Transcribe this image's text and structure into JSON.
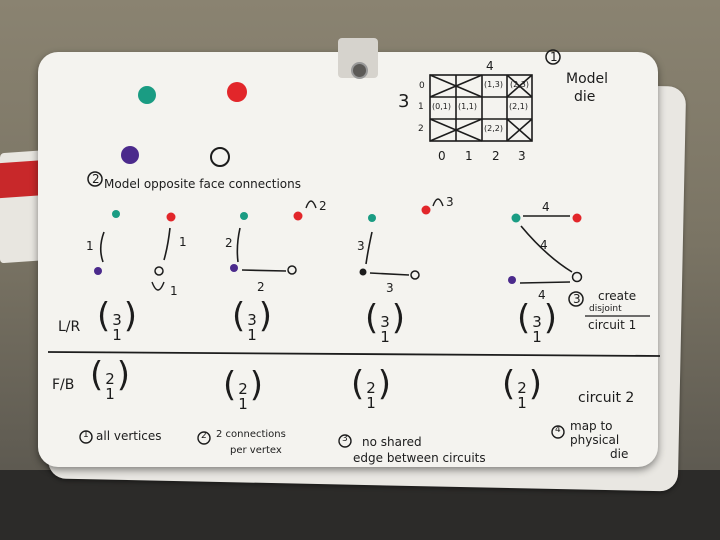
{
  "title": {
    "step1_num": "1",
    "step1_label_line1": "Model",
    "step1_label_line2": "die",
    "step2_num": "2",
    "step2_label": "Model opposite face connections",
    "step3_num": "3",
    "step3_label_line1": "create",
    "step3_label_line2": "disjoint",
    "step3_label_line3": "circuit 1"
  },
  "grid": {
    "top_label": "4",
    "left_label": "3",
    "row_labels": [
      "0",
      "1",
      "2"
    ],
    "col_labels": [
      "0",
      "1",
      "2",
      "3"
    ],
    "cells": [
      "(1,3)",
      "(2,3)",
      "(0,1)",
      "(1,1)",
      "(2,1)",
      "(2,2)"
    ]
  },
  "diagrams": {
    "d1": {
      "edge_a": "1",
      "edge_b": "1",
      "loop": "1"
    },
    "d2": {
      "loop": "2",
      "edge_a": "2",
      "edge_b": "2"
    },
    "d3": {
      "loop": "3",
      "edge_a": "3",
      "edge_b": "3"
    },
    "d4": {
      "edge_a": "4",
      "edge_b": "4",
      "edge_c": "4"
    }
  },
  "rows": {
    "lr_label": "L/R",
    "fb_label": "F/B",
    "lr_vectors": [
      [
        "3",
        "1"
      ],
      [
        "3",
        "1"
      ],
      [
        "3",
        "1"
      ],
      [
        "3",
        "1"
      ]
    ],
    "fb_vectors": [
      [
        "2",
        "1"
      ],
      [
        "2",
        "1"
      ],
      [
        "2",
        "1"
      ],
      [
        "2",
        "1"
      ]
    ],
    "circuit2": "circuit 2"
  },
  "rules": {
    "r1_num": "1",
    "r1": "all vertices",
    "r2_num": "2",
    "r2_line1": "2 connections",
    "r2_line2": "per vertex",
    "r3_num": "3",
    "r3_line1": "no shared",
    "r3_line2": "edge between circuits",
    "r4_num": "4",
    "r4_line1": "map to",
    "r4_line2": "physical",
    "r4_line3": "die"
  },
  "colors": {
    "teal": "#1a9c83",
    "red": "#e2262a",
    "purple": "#4b2a8c",
    "ink": "#1c1c1c"
  }
}
